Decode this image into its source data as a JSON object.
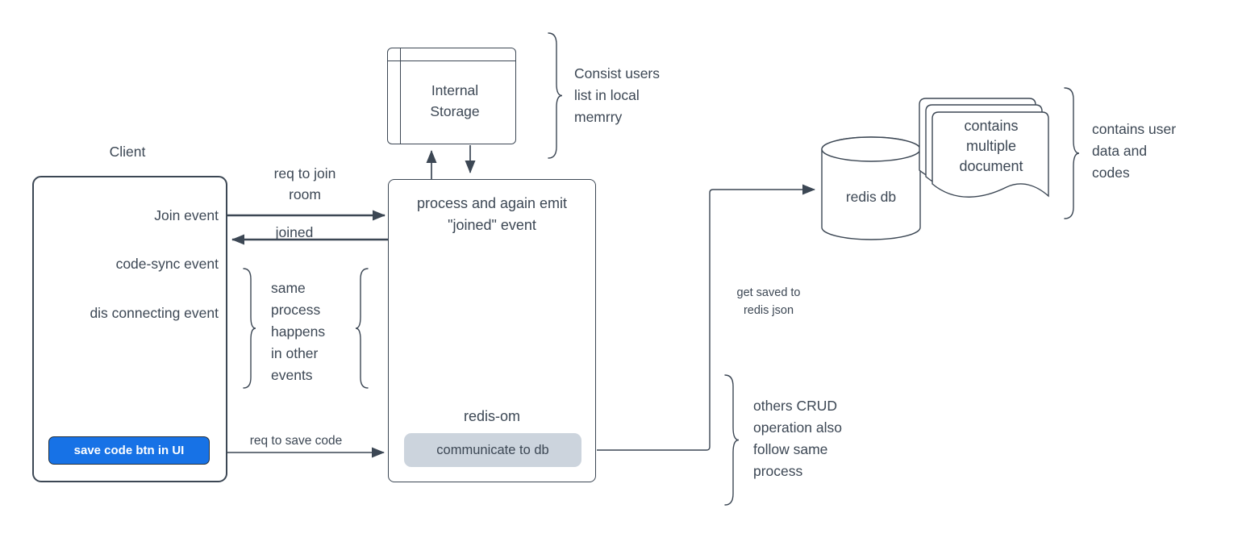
{
  "colors": {
    "stroke_and_text": "#3C4754",
    "button_blue": "#1772E6",
    "communicate_box_fill": "#CCD4DD",
    "background": "#FFFFFF"
  },
  "client": {
    "title": "Client",
    "events": [
      "Join event",
      "code-sync event",
      "dis connecting event"
    ],
    "button_label": "save code btn in UI"
  },
  "edges": {
    "req_join": "req to join\nroom",
    "joined": "joined",
    "req_save": "req to save code",
    "get_saved": "get saved to\nredis json"
  },
  "storage": {
    "title": "Internal\nStorage",
    "note": "Consist users\nlist in local\nmemrry"
  },
  "process": {
    "title": "process and again emit\n\"joined\" event",
    "redis_om": "redis-om",
    "communicate": "communicate to db",
    "same_note": "same\nprocess\nhappens\nin other\nevents",
    "crud_note": "others CRUD\noperation also\nfollow same\nprocess"
  },
  "db": {
    "label": "redis db",
    "documents_label": "contains\nmultiple\ndocument",
    "note": "contains user\ndata and\ncodes"
  }
}
